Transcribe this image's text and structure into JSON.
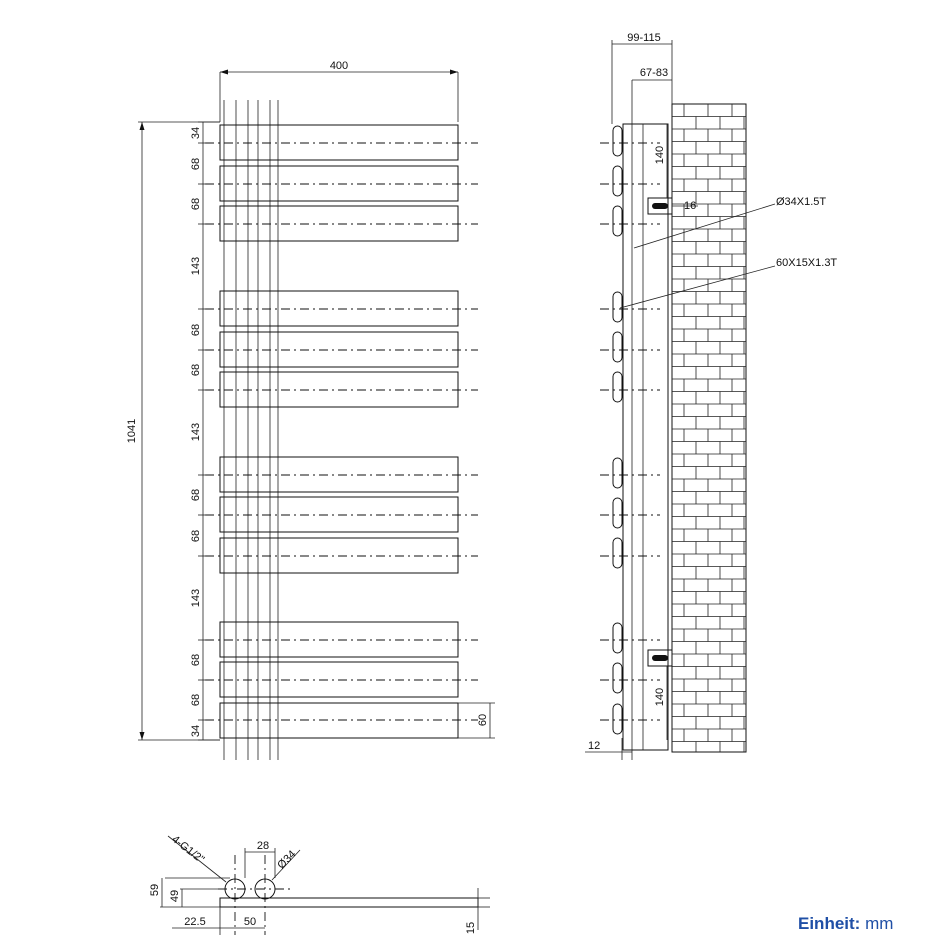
{
  "front_view": {
    "width": "400",
    "height": "1041",
    "gaps": [
      "34",
      "68",
      "68",
      "143",
      "68",
      "68",
      "143",
      "68",
      "68",
      "143",
      "68",
      "68",
      "34"
    ],
    "bar_height": "60"
  },
  "side_view": {
    "depth_total": "99-115",
    "depth_wall": "67-83",
    "bracket_top": "140",
    "bracket_bottom": "140",
    "bracket_size": "16",
    "pipe_spec": "Ø34X1.5T",
    "bar_spec": "60X15X1.3T",
    "bar_thickness": "12"
  },
  "bottom_view": {
    "thread": "4-G1/2\"",
    "pipe_gap": "28",
    "pipe_diameter": "Ø34",
    "height_total": "59",
    "height_center": "49",
    "offset": "22.5",
    "spacing": "50",
    "thickness": "15"
  },
  "unit": {
    "label": "Einheit:",
    "value": "mm"
  }
}
